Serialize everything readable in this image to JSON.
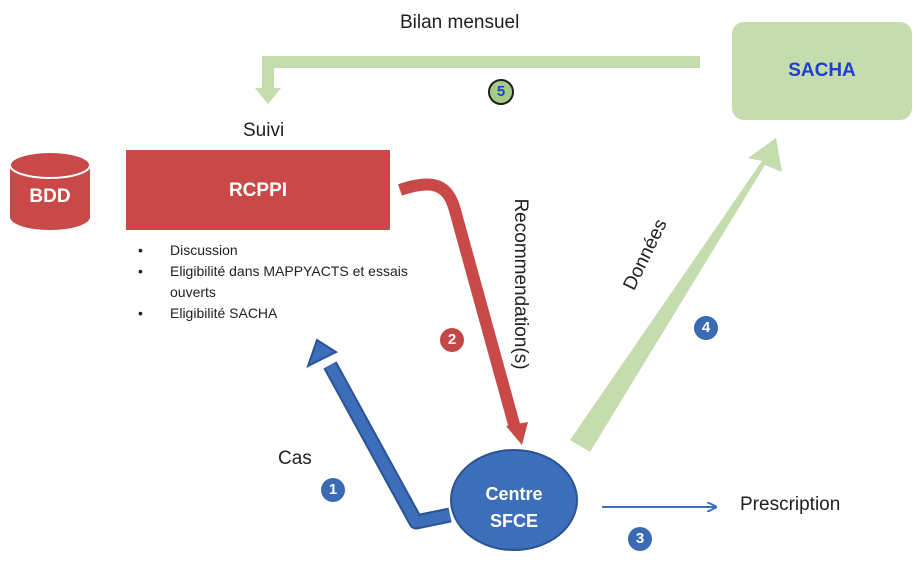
{
  "colors": {
    "green": "#c5dcae",
    "red": "#c94848",
    "blue": "#3d6eb9",
    "blue_dark": "#2a5394",
    "sacha_text": "#1f3fd0"
  },
  "nodes": {
    "sacha": "SACHA",
    "bdd": "BDD",
    "rcppi": "RCPPI",
    "centre_line1": "Centre",
    "centre_line2": "SFCE"
  },
  "labels": {
    "bilan": "Bilan mensuel",
    "suivi": "Suivi",
    "recommandations": "Recommendation(s)",
    "donnees": "Données",
    "cas": "Cas",
    "prescription": "Prescription"
  },
  "rcppi_items": [
    "Discussion",
    "Eligibilité dans MAPPYACTS et essais ouverts",
    "Eligibilité SACHA"
  ],
  "steps": {
    "s1": "1",
    "s2": "2",
    "s3": "3",
    "s4": "4",
    "s5": "5"
  }
}
